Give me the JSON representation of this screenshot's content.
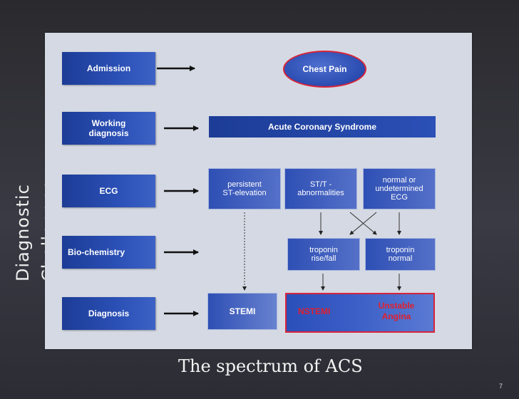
{
  "sidebar_title": "Diagnostic Challenges",
  "rows": {
    "admission": "Admission",
    "working_line1": "Working",
    "working_line2": "diagnosis",
    "ecg": "ECG",
    "biochem": "Bio-chemistry",
    "diagnosis": "Diagnosis"
  },
  "chest_pain": "Chest Pain",
  "acs": "Acute Coronary Syndrome",
  "ecg_findings": {
    "persistent_l1": "persistent",
    "persistent_l2": "ST-elevation",
    "stt_l1": "ST/T -",
    "stt_l2": "abnormalities",
    "normal_l1": "normal or",
    "normal_l2": "undetermined",
    "normal_l3": "ECG"
  },
  "biomarkers": {
    "rise_l1": "troponin",
    "rise_l2": "rise/fall",
    "normal_l1": "troponin",
    "normal_l2": "normal"
  },
  "outcomes": {
    "stemi": "STEMI",
    "nstemi": "NSTEMI",
    "ua_l1": "Unstable",
    "ua_l2": "Angina"
  },
  "caption": "The spectrum of ACS",
  "page_number": "7",
  "colors": {
    "box_blue": "#2b50b6",
    "accent_red": "#d8243a",
    "panel": "#d4d9e3"
  }
}
